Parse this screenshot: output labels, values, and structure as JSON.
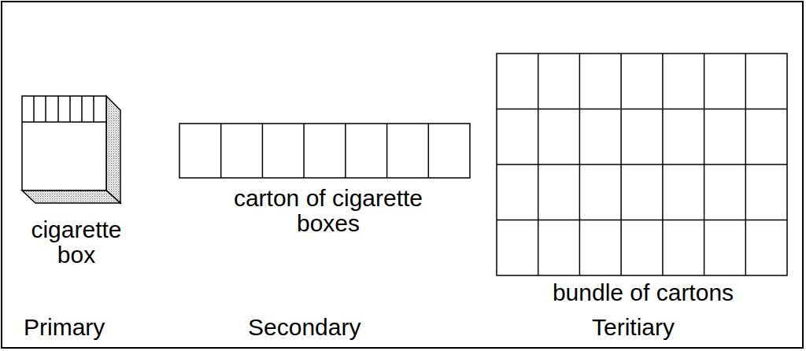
{
  "diagram": {
    "labels": [
      "cigarette box",
      "carton of cigarette boxes",
      "bundle of cartons",
      "Primary",
      "Secondary",
      "Teritiary"
    ]
  }
}
